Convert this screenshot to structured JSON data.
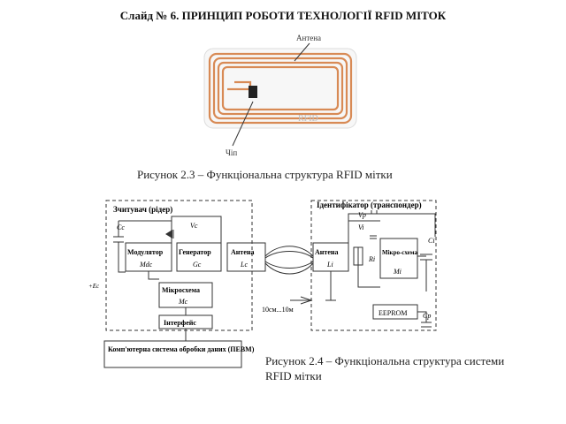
{
  "slide_title": "Слайд № 6. ПРИНЦИП РОБОТИ ТЕХНОЛОГІЇ RFID МІТОК",
  "figure1": {
    "antenna_label": "Антена",
    "chip_label": "Чіп",
    "card_text": "RFID",
    "caption": "Рисунок 2.3 – Функціональна структура RFID мітки"
  },
  "figure2": {
    "reader_title": "Зчитувач (рідер)",
    "tag_title": "Ідентифікатор (транспондер)",
    "modulator": "Модулятор",
    "modulator_sym": "Mdc",
    "generator": "Генератор",
    "generator_sym": "Gc",
    "antenna_r": "Антена",
    "antenna_r_sym": "Lc",
    "microcircuit": "Мікросхема",
    "microcircuit_sym": "Mc",
    "interface": "Інтерфейс",
    "computer": "Комп'ютерна система обробки даних (ПЕВМ)",
    "antenna_t": "Антена",
    "antenna_t_sym": "Li",
    "chip_t": "Мікро-схема",
    "chip_t_sym": "Mi",
    "eeprom": "EEPROM",
    "distance": "10см...10м",
    "cc": "Cc",
    "vc": "Vc",
    "ec": "+Ec",
    "vp": "Vp",
    "vi": "Vi",
    "ri": "Ri",
    "ci": "Ci",
    "cp": "Cp",
    "caption_line1": "Рисунок 2.4 – Функціональна структура системи",
    "caption_line2": "RFID мітки"
  }
}
